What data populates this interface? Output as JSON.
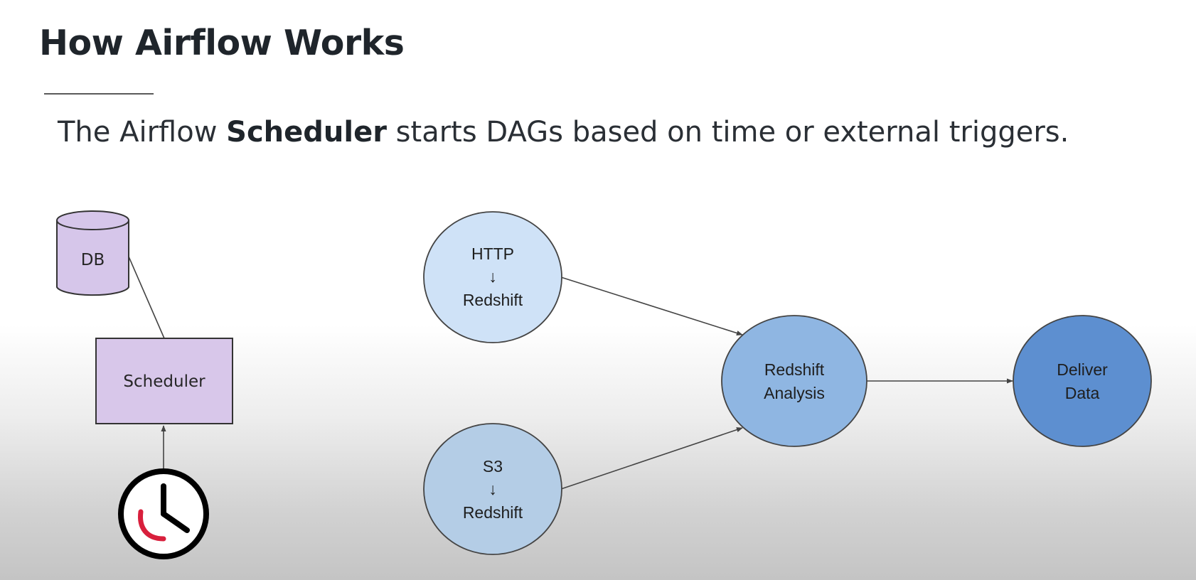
{
  "slide": {
    "title": "How Airflow Works",
    "subtitle_before": "The Airflow ",
    "subtitle_emphasis": "Scheduler",
    "subtitle_after": " starts DAGs based on time or external triggers."
  },
  "scheduler_diagram": {
    "db_label": "DB",
    "scheduler_label": "Scheduler",
    "trigger_icon": "clock-icon"
  },
  "dag": {
    "nodes": {
      "http_redshift": {
        "lines": [
          "HTTP",
          "↓",
          "Redshift"
        ]
      },
      "s3_redshift": {
        "lines": [
          "S3",
          "↓",
          "Redshift"
        ]
      },
      "redshift_analysis": {
        "lines": [
          "Redshift",
          "Analysis"
        ]
      },
      "deliver_data": {
        "lines": [
          "Deliver",
          "Data"
        ]
      }
    },
    "edges": [
      {
        "from": "http_redshift",
        "to": "redshift_analysis"
      },
      {
        "from": "s3_redshift",
        "to": "redshift_analysis"
      },
      {
        "from": "redshift_analysis",
        "to": "deliver_data"
      }
    ]
  },
  "colors": {
    "http_node": "#cfe2f7",
    "s3_node": "#b4cde6",
    "analysis_node": "#8fb6e2",
    "deliver_node": "#5d8fd0",
    "db_fill": "#d6c6ea",
    "scheduler_fill": "#d8c7ea",
    "clock_accent": "#d81f3c"
  }
}
